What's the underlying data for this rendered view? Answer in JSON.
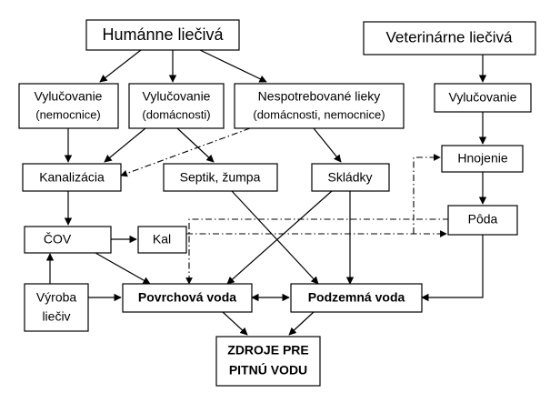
{
  "nodes": {
    "humanne": {
      "lines": [
        "Humánne liečivá"
      ]
    },
    "veterinarne": {
      "lines": [
        "Veterinárne liečivá"
      ]
    },
    "vylucovanie_nem": {
      "lines": [
        "Vylučovanie",
        "(nemocnice)"
      ]
    },
    "vylucovanie_dom": {
      "lines": [
        "Vylučovanie",
        "(domácnosti)"
      ]
    },
    "nespotrebovane": {
      "lines": [
        "Nespotrebované lieky",
        "(domácnosti, nemocnice)"
      ]
    },
    "vylucovanie_vet": {
      "lines": [
        "Vylučovanie"
      ]
    },
    "hnojenie": {
      "lines": [
        "Hnojenie"
      ]
    },
    "kanalizacia": {
      "lines": [
        "Kanalizácia"
      ]
    },
    "septik": {
      "lines": [
        "Septik, žumpa"
      ]
    },
    "skladky": {
      "lines": [
        "Skládky"
      ]
    },
    "poda": {
      "lines": [
        "Pôda"
      ]
    },
    "cov": {
      "lines": [
        "ČOV"
      ]
    },
    "kal": {
      "lines": [
        "Kal"
      ]
    },
    "vyroba": {
      "lines": [
        "Výroba",
        "liečiv"
      ]
    },
    "povrchova": {
      "lines": [
        "Povrchová voda"
      ]
    },
    "podzemna": {
      "lines": [
        "Podzemná voda"
      ]
    },
    "zdroje": {
      "lines": [
        "ZDROJE PRE",
        "PITNÚ VODU"
      ]
    }
  }
}
